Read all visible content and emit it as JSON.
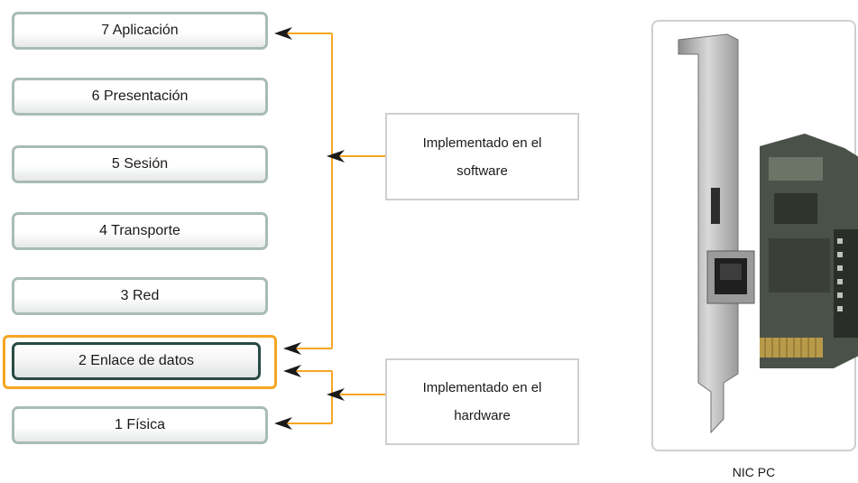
{
  "layers": [
    {
      "label": "7 Aplicación"
    },
    {
      "label": "6 Presentación"
    },
    {
      "label": "5 Sesión"
    },
    {
      "label": "4 Transporte"
    },
    {
      "label": "3 Red"
    },
    {
      "label": "2 Enlace de datos"
    },
    {
      "label": "1 Física"
    }
  ],
  "notes": {
    "software": {
      "line1": "Implementado en el",
      "line2": "software"
    },
    "hardware": {
      "line1": "Implementado en el",
      "line2": "hardware"
    }
  },
  "nic_caption": "NIC PC",
  "colors": {
    "connector": "#f5a623",
    "highlight": "#f5a623",
    "arrowhead": "#1a1a1a"
  }
}
